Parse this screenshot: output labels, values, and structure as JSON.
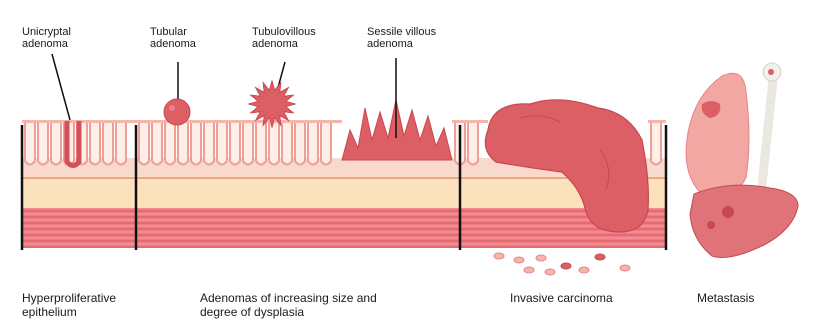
{
  "labels": {
    "unicryptal": "Unicryptal\nadenoma",
    "tubular": "Tubular\nadenoma",
    "tubulovillous": "Tubulovillous\nadenoma",
    "sessile": "Sessile villous\nadenoma"
  },
  "captions": {
    "hyperproliferative": "Hyperproliferative\nepithelium",
    "adenomas": "Adenomas of increasing size and\ndegree of dysplasia",
    "invasive": "Invasive carcinoma",
    "metastasis": "Metastasis"
  },
  "colors": {
    "mucosa": "#f8d9cd",
    "crypt": "#f4b6ab",
    "submucosa": "#fbe2bd",
    "muscularis": "#e87f84",
    "tumor": "#dc5f65",
    "tumor_dark": "#c8484f",
    "divider": "#111111",
    "liver": "#e0737a",
    "lung": "#f2a7a3",
    "bone": "#f2efe9"
  }
}
